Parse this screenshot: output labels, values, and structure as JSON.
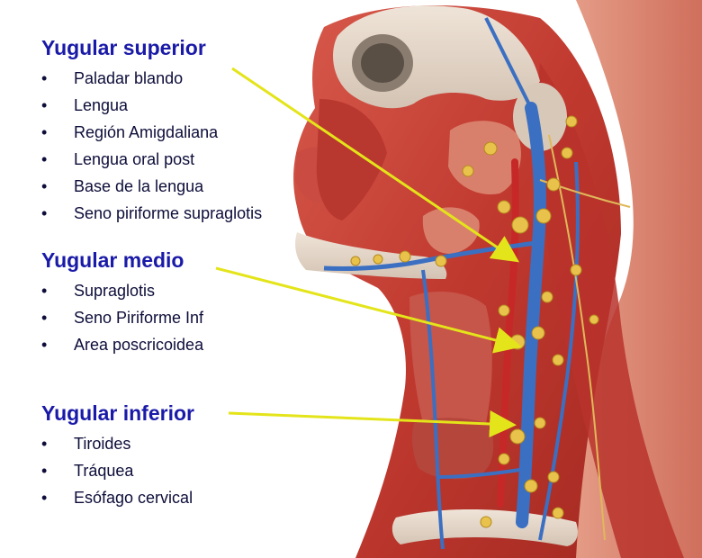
{
  "groups": [
    {
      "id": "superior",
      "title": "Yugular superior",
      "items": [
        "Paladar blando",
        "Lengua",
        "Región Amigdaliana",
        "Lengua oral post",
        "Base de la lengua",
        "Seno piriforme supraglotis"
      ]
    },
    {
      "id": "medio",
      "title": "Yugular medio",
      "items": [
        "Supraglotis",
        "Seno Piriforme Inf",
        "Area poscricoidea"
      ]
    },
    {
      "id": "inferior",
      "title": "Yugular inferior",
      "items": [
        "Tiroides",
        "Tráquea",
        "Esófago cervical"
      ]
    }
  ],
  "colors": {
    "heading": "#1a1aa8",
    "text": "#0d0d3a",
    "pointer": "#e4e41a",
    "muscle": "#c8463c",
    "vein": "#3b6fc2",
    "node": "#e8c24a",
    "nerve": "#e0b85a"
  },
  "illustration": {
    "subject": "neck-lymph-node-anatomy",
    "structures": [
      "muscle",
      "jugular-vein",
      "lymph-nodes",
      "skull",
      "mandible"
    ]
  }
}
